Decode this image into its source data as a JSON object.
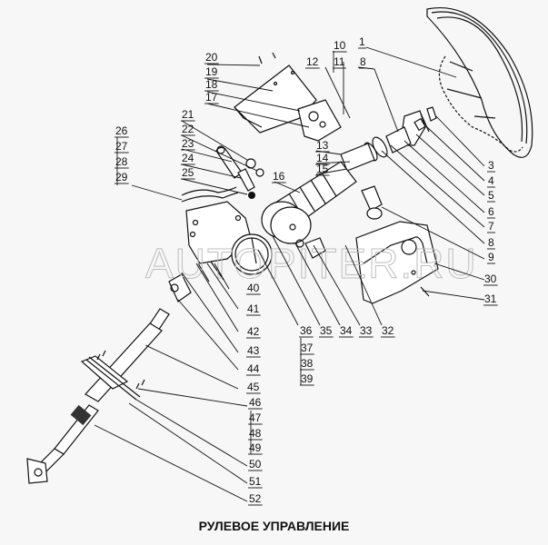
{
  "caption": "РУЛЕВОЕ УПРАВЛЕНИЕ",
  "watermark": "AUTOPITER.RU",
  "labels": {
    "l1": "1",
    "l3": "3",
    "l4": "4",
    "l5": "5",
    "l6": "6",
    "l7": "7",
    "l8a": "8",
    "l8b": "8",
    "l9": "9",
    "l10": "10",
    "l11": "11",
    "l12": "12",
    "l13": "13",
    "l14": "14",
    "l15": "15",
    "l16": "16",
    "l17": "17",
    "l18": "18",
    "l19": "19",
    "l20": "20",
    "l21": "21",
    "l22": "22",
    "l23": "23",
    "l24": "24",
    "l25": "25",
    "l26": "26",
    "l27": "27",
    "l28": "28",
    "l29": "29",
    "l30": "30",
    "l31": "31",
    "l32": "32",
    "l33": "33",
    "l34": "34",
    "l35": "35",
    "l36": "36",
    "l37": "37",
    "l38": "38",
    "l39": "39",
    "l40": "40",
    "l41": "41",
    "l42": "42",
    "l43": "43",
    "l44": "44",
    "l45": "45",
    "l46": "46",
    "l47": "47",
    "l48": "48",
    "l49": "49",
    "l50": "50",
    "l51": "51",
    "l52": "52"
  },
  "parts": [
    {
      "id": "steering-wheel",
      "callout": "1"
    },
    {
      "id": "steering-column-housing",
      "callout": "16"
    },
    {
      "id": "column-cover",
      "callout": "30"
    },
    {
      "id": "bracket-plate",
      "callout": "17"
    },
    {
      "id": "mounting-bracket",
      "callout": "29"
    },
    {
      "id": "ring-assembly",
      "callout": "36"
    },
    {
      "id": "intermediate-shaft",
      "callout": "45"
    },
    {
      "id": "universal-joint",
      "callout": "52"
    }
  ]
}
